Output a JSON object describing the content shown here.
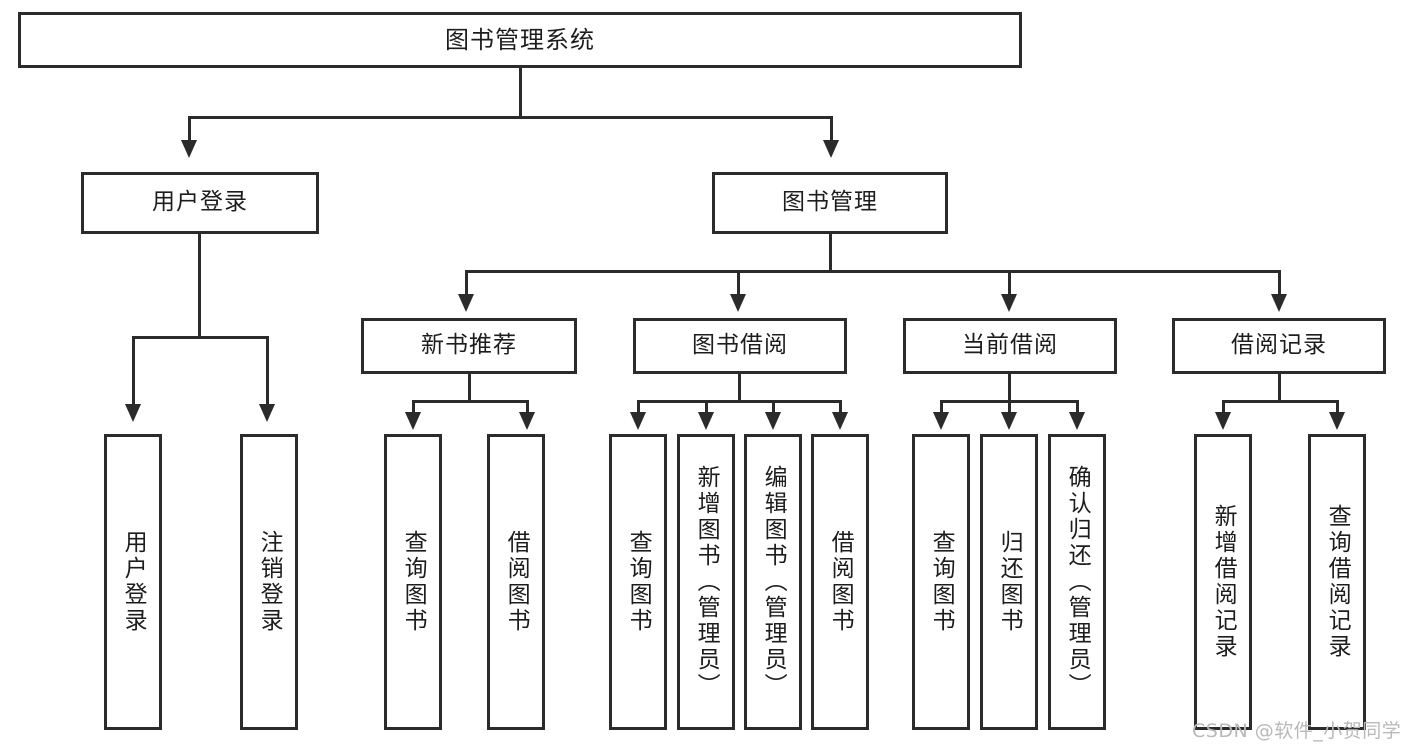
{
  "diagram": {
    "title": "图书管理系统",
    "type": "tree-hierarchy",
    "root": {
      "label": "图书管理系统"
    },
    "level2": [
      {
        "label": "用户登录"
      },
      {
        "label": "图书管理"
      }
    ],
    "level3": [
      {
        "label": "新书推荐"
      },
      {
        "label": "图书借阅"
      },
      {
        "label": "当前借阅"
      },
      {
        "label": "借阅记录"
      }
    ],
    "leaves": {
      "user_login": [
        {
          "label": "用户登录"
        },
        {
          "label": "注销登录"
        }
      ],
      "new_book_recommend": [
        {
          "label": "查询图书"
        },
        {
          "label": "借阅图书"
        }
      ],
      "book_borrow": [
        {
          "label": "查询图书"
        },
        {
          "label": "新增图书（管理员）"
        },
        {
          "label": "编辑图书（管理员）"
        },
        {
          "label": "借阅图书"
        }
      ],
      "current_borrow": [
        {
          "label": "查询图书"
        },
        {
          "label": "归还图书"
        },
        {
          "label": "确认归还（管理员）"
        }
      ],
      "borrow_record": [
        {
          "label": "新增借阅记录"
        },
        {
          "label": "查询借阅记录"
        }
      ]
    }
  },
  "watermark": {
    "text": "CSDN @软件_小贺同学"
  },
  "colors": {
    "stroke": "#2b2b2b",
    "fill": "#ffffff",
    "text": "#1d1d1d",
    "watermark": "#b9b9b9"
  }
}
